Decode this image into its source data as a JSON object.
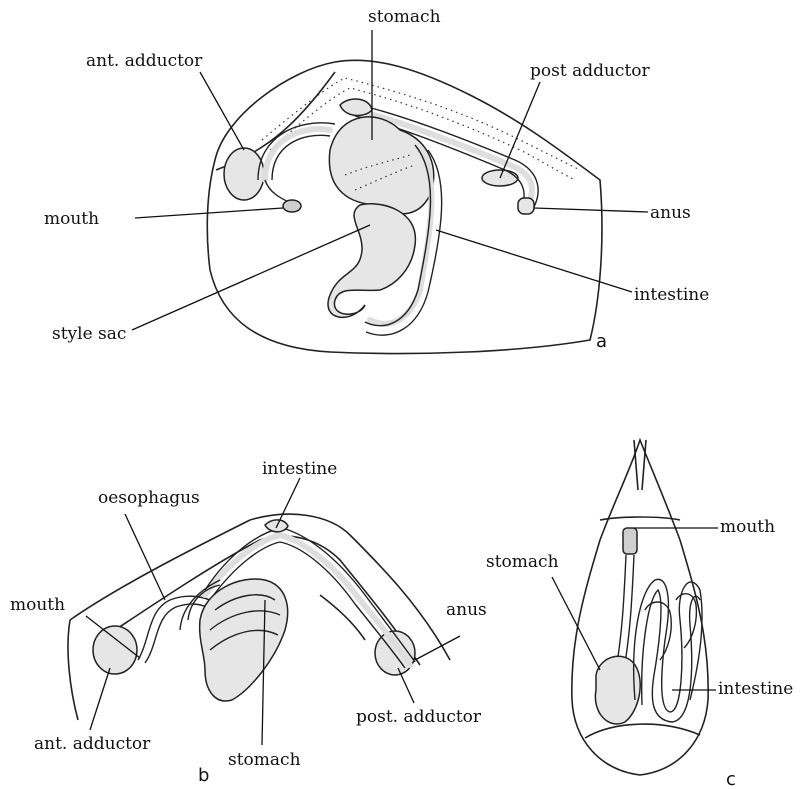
{
  "panels": {
    "a": {
      "panel_label": "a",
      "labels": {
        "stomach": "stomach",
        "ant_adductor": "ant. adductor",
        "post_adductor": "post adductor",
        "mouth": "mouth",
        "anus": "anus",
        "intestine": "intestine",
        "style_sac": "style sac"
      }
    },
    "b": {
      "panel_label": "b",
      "labels": {
        "intestine": "intestine",
        "oesophagus": "oesophagus",
        "mouth": "mouth",
        "anus": "anus",
        "ant_adductor": "ant. adductor",
        "stomach": "stomach",
        "post_adductor": "post. adductor"
      }
    },
    "c": {
      "panel_label": "c",
      "labels": {
        "mouth": "mouth",
        "stomach": "stomach",
        "intestine": "intestine"
      }
    }
  }
}
